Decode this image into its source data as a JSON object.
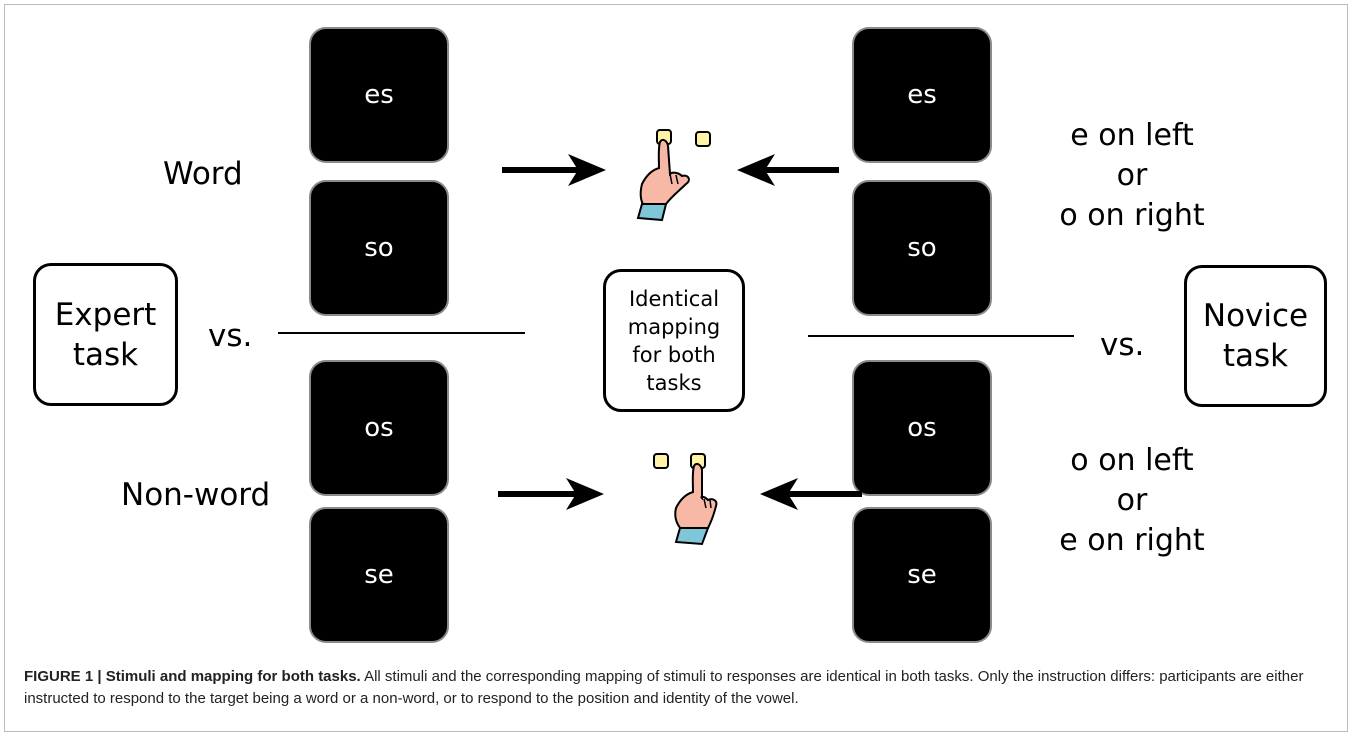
{
  "figure": {
    "left_task": "Expert\ntask",
    "right_task": "Novice\ntask",
    "vs_left": "vs.",
    "vs_right": "vs.",
    "center_box": "Identical\nmapping\nfor both\ntasks",
    "row_word_label": "Word",
    "row_nonword_label": "Non-word",
    "stimuli_left": [
      "es",
      "so",
      "os",
      "se"
    ],
    "stimuli_right": [
      "es",
      "so",
      "os",
      "se"
    ],
    "rule_top": "e on left\nor\no on right",
    "rule_bottom": "o on left\nor\ne on right"
  },
  "caption": {
    "bold": "FIGURE 1 | Stimuli and mapping for both tasks.",
    "text": " All stimuli and the corresponding mapping of stimuli to responses are identical in both tasks. Only the instruction differs: participants are either instructed to respond to the target being a word or a non-word, or to respond to the position and identity of the vowel."
  },
  "colors": {
    "stimulus_bg": "#000000",
    "stimulus_border": "#8a8a8a",
    "button_fill": "#fff3a8",
    "hand_skin": "#f7b8a6",
    "cuff": "#7fc7d8"
  }
}
